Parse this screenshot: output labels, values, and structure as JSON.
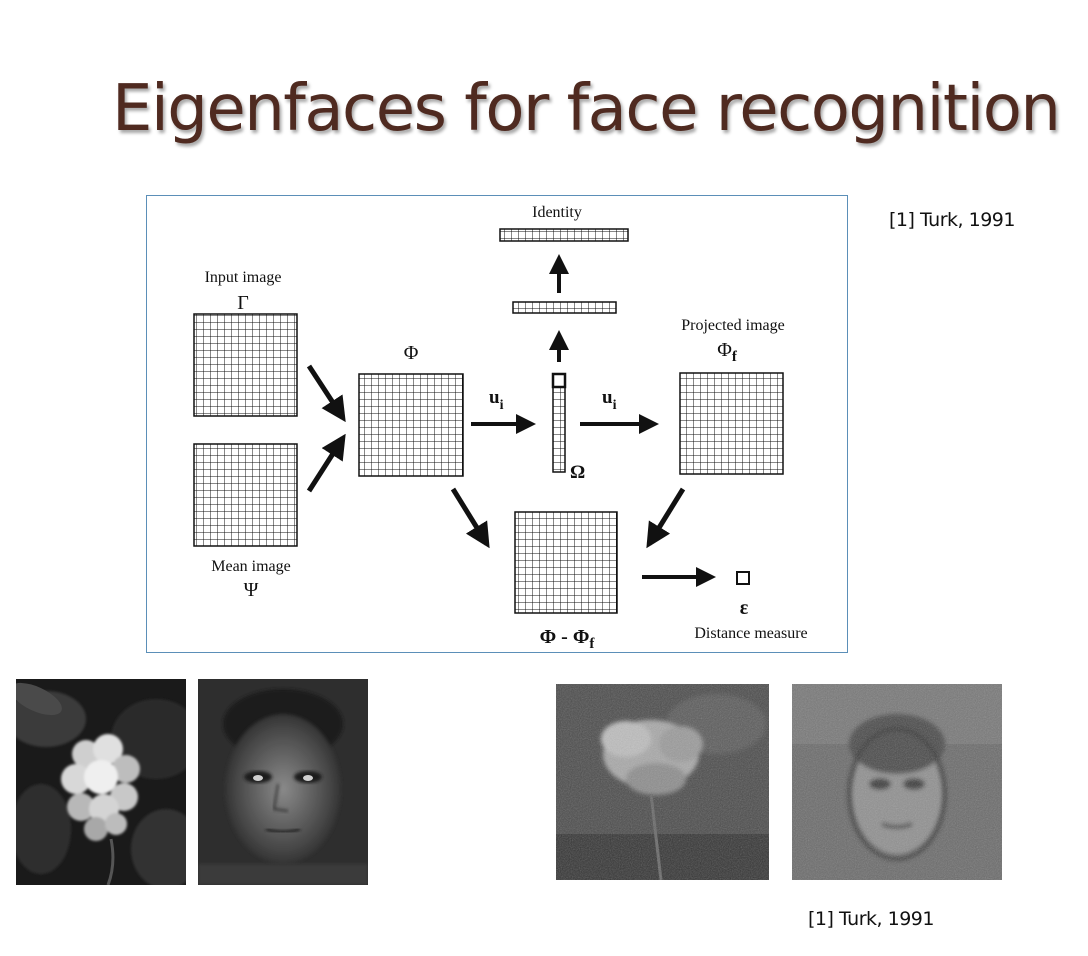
{
  "slide": {
    "title": "Eigenfaces for face recognition",
    "citation_top": "[1] Turk, 1991",
    "citation_bottom": "[1] Turk, 1991"
  },
  "diagram": {
    "input_label": "Input image",
    "input_symbol": "Γ",
    "mean_label": "Mean image",
    "mean_symbol": "Ψ",
    "phi_symbol": "Φ",
    "weights_symbol": "Ω",
    "basis_label": "u",
    "basis_subscript": "i",
    "identity_label": "Identity",
    "projected_label": "Projected image",
    "projected_symbol": "Φ",
    "projected_subscript": "f",
    "difference_symbol": "Φ - Φ",
    "difference_subscript": "f",
    "error_symbol": "ε",
    "distance_label": "Distance measure"
  },
  "images": [
    {
      "name": "flower-photo",
      "icon": "flower-image"
    },
    {
      "name": "eigenface-photo",
      "icon": "face-image"
    },
    {
      "name": "flower-reconstruction",
      "icon": "flower-reconstruction-image"
    },
    {
      "name": "face-reconstruction",
      "icon": "face-reconstruction-image"
    }
  ]
}
